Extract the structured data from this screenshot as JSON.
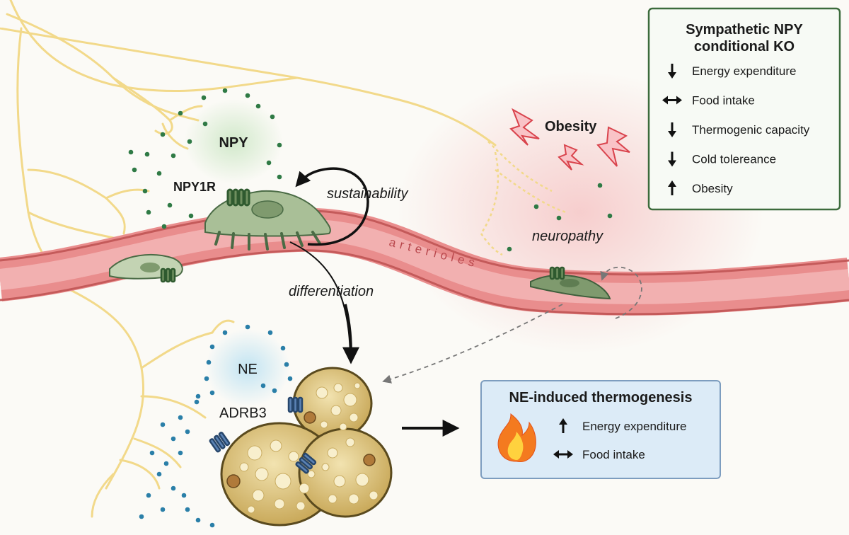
{
  "labels": {
    "npy": "NPY",
    "npy1r": "NPY1R",
    "sustainability": "sustainability",
    "differentiation": "differentiation",
    "arterioles": "arterioles",
    "neuropathy": "neuropathy",
    "obesity": "Obesity",
    "ne": "NE",
    "adrb3": "ADRB3"
  },
  "ko_box": {
    "title_line1": "Sympathetic NPY",
    "title_line2": "conditional KO",
    "items": [
      {
        "arrow": "down",
        "text": "Energy expenditure"
      },
      {
        "arrow": "both",
        "text": "Food intake"
      },
      {
        "arrow": "down",
        "text": "Thermogenic capacity"
      },
      {
        "arrow": "down",
        "text": "Cold tolereance"
      },
      {
        "arrow": "up",
        "text": "Obesity"
      }
    ]
  },
  "ne_box": {
    "title": "NE-induced thermogenesis",
    "items": [
      {
        "arrow": "up",
        "text": "Energy expenditure"
      },
      {
        "arrow": "both",
        "text": "Food intake"
      }
    ]
  },
  "colors": {
    "nerve": "#f2d98a",
    "artery": "#e98d8d",
    "artery_dark": "#c45a5a",
    "npy_dot": "#2f7a45",
    "ne_dot": "#2a7fa8",
    "cell": "#a9bf97",
    "cell_dark": "#4a6b45",
    "adipocyte": "#d9c27e",
    "ko_border": "#3c6b3c",
    "ne_box_fill": "#dcebf7",
    "ne_box_border": "#7d9dbf",
    "flash": "#f4a2a8"
  }
}
